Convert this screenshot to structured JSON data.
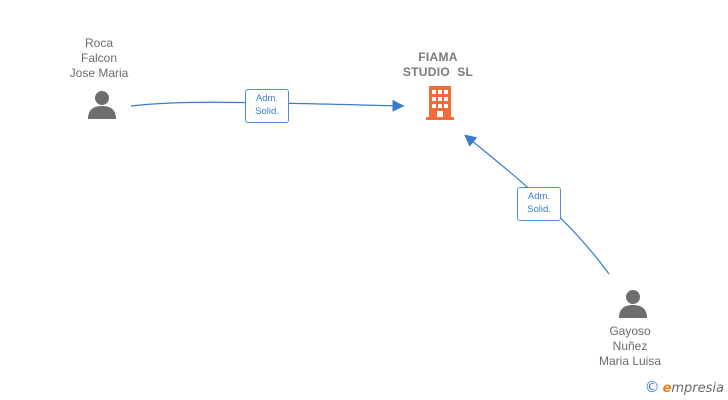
{
  "company": {
    "name_line1": "FIAMA",
    "name_line2": "STUDIO  SL",
    "icon": "building-icon",
    "color": "#f26b3a"
  },
  "persons": [
    {
      "line1": "Roca",
      "line2": "Falcon",
      "line3": "Jose Maria",
      "icon": "person-icon"
    },
    {
      "line1": "Gayoso",
      "line2": "Nuñez",
      "line3": "Maria Luisa",
      "icon": "person-icon"
    }
  ],
  "relations": [
    {
      "role_line1": "Adm.",
      "role_line2": "Solid."
    },
    {
      "role_line1": "Adm.",
      "role_line2": "Solid."
    }
  ],
  "colors": {
    "edge": "#3a7bc8",
    "person": "#6e6e6e",
    "text": "#6b6b6b"
  },
  "brand": {
    "copyright": "©",
    "e": "e",
    "rest": "mpresia"
  }
}
